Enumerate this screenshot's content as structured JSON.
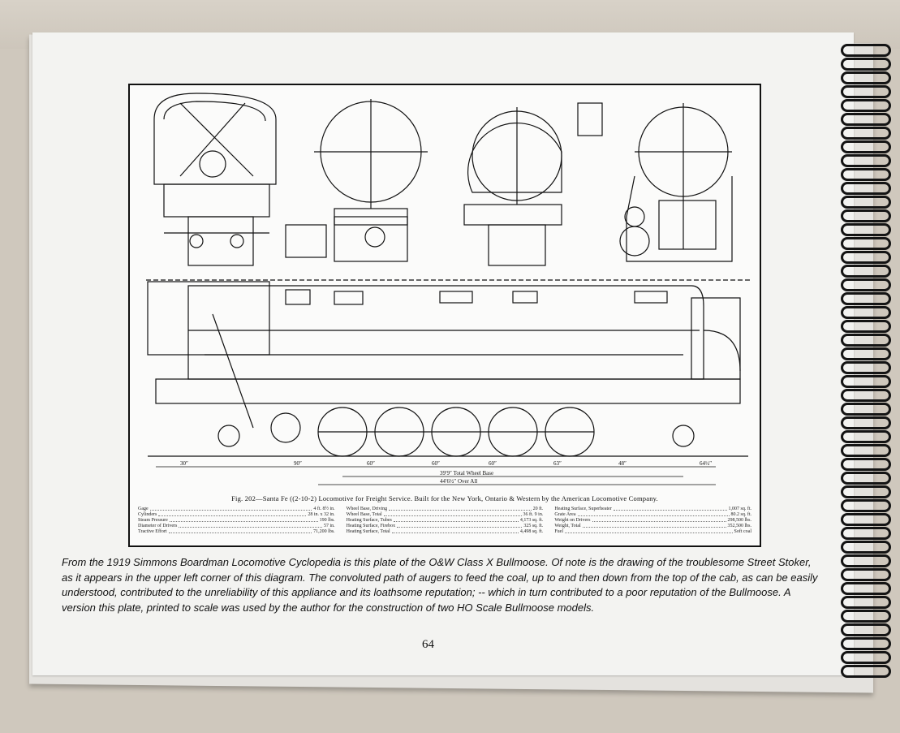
{
  "book": {
    "figure_caption": "Fig. 202—Santa Fe ((2-10-2) Locomotive for Freight Service.  Built for the New York, Ontario & Western by the American Locomotive Company.",
    "spec_columns": [
      [
        {
          "label": "Gage",
          "value": "4 ft. 8½ in."
        },
        {
          "label": "Cylinders",
          "value": "28 in. x 32 in."
        },
        {
          "label": "Steam Pressure",
          "value": "190 lbs."
        },
        {
          "label": "Diameter of Drivers",
          "value": "57 in."
        },
        {
          "label": "Tractive Effort",
          "value": "71,200 lbs."
        }
      ],
      [
        {
          "label": "Wheel Base, Driving",
          "value": "20 ft."
        },
        {
          "label": "Wheel Base, Total",
          "value": "36 ft. 9 in."
        },
        {
          "label": "Heating Surface, Tubes",
          "value": "4,173 sq. ft."
        },
        {
          "label": "Heating Surface, Firebox",
          "value": "325 sq. ft."
        },
        {
          "label": "Heating Surface, Total",
          "value": "4,498 sq. ft."
        }
      ],
      [
        {
          "label": "Heating Surface, Superheater",
          "value": "1,007 sq. ft."
        },
        {
          "label": "Grate Area",
          "value": "80.2 sq. ft."
        },
        {
          "label": "Weight on Drivers",
          "value": "298,500 lbs."
        },
        {
          "label": "Weight, Total",
          "value": "352,500 lbs."
        },
        {
          "label": "Fuel",
          "value": "Soft coal"
        }
      ]
    ],
    "description": "From the 1919 Simmons Boardman Locomotive Cyclopedia is this plate of the O&W Class X Bullmoose. Of note is the drawing of the troublesome Street Stoker, as it appears in the upper left corner of this diagram. The convoluted path of augers to feed the coal, up to and then down from the top of the cab, as can be easily understood, contributed to the unreliability of this appliance and its loathsome reputation; -- which in turn contributed to a poor reputation of the Bullmoose.  A version this plate, printed to scale was used by the author for the construction of two HO Scale Bullmoose models.",
    "page_number": "64",
    "dimension_labels": [
      "30″",
      "90″",
      "60″",
      "60″",
      "60″",
      "63″",
      "48″",
      "64½″"
    ],
    "wheelbase_labels": [
      "39′9″ Total Wheel Base",
      "44′6½″ Over All"
    ]
  }
}
